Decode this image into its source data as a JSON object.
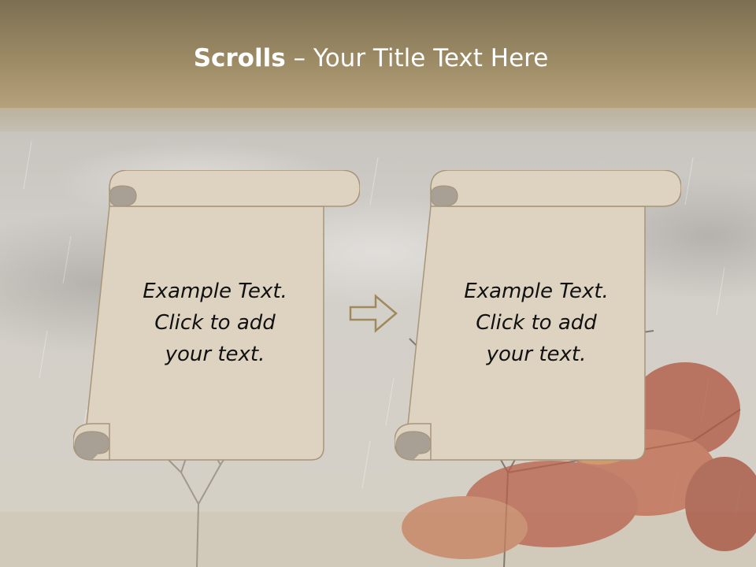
{
  "slide": {
    "title_bold": "Scrolls",
    "title_rest": " – Your Title Text Here"
  },
  "scrolls": [
    {
      "lines": [
        "Example  Text.",
        "Click  to add",
        "your text."
      ]
    },
    {
      "lines": [
        "Example  Text.",
        "Click  to add",
        "your text."
      ]
    }
  ],
  "icons": {
    "arrow": "right-arrow-outline-icon"
  },
  "colors": {
    "header": "#9c8a65",
    "scroll_fill": "#ddd3c0",
    "scroll_stroke": "#a8957a",
    "scroll_curl": "#a89f95",
    "arrow_stroke": "#a08a5c",
    "text": "#111111"
  }
}
